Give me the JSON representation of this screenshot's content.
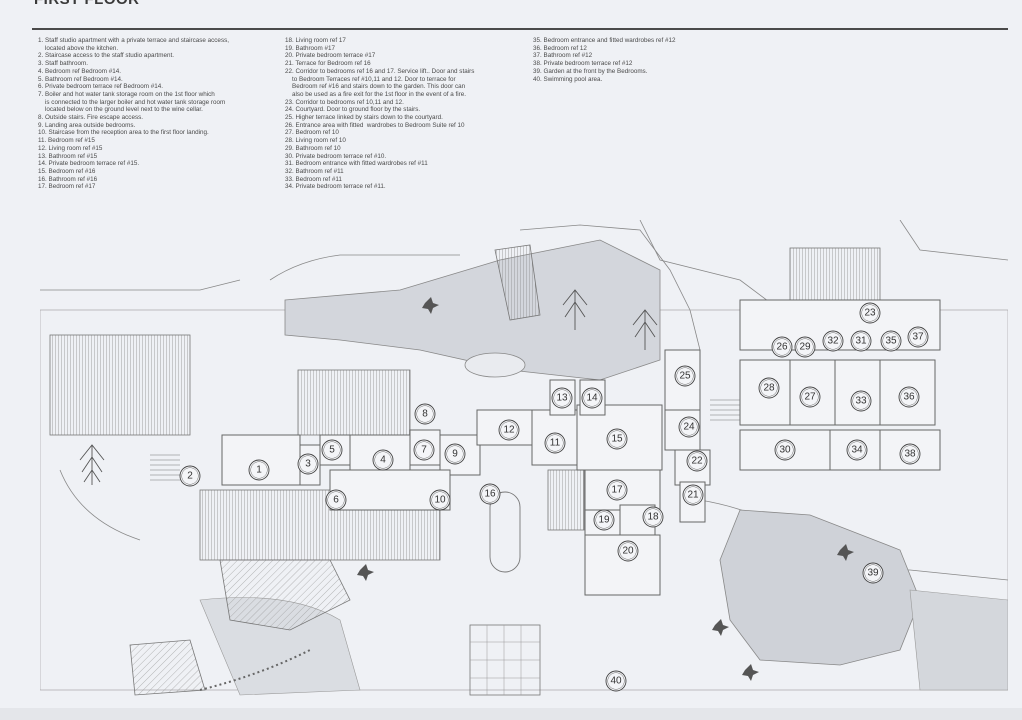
{
  "title": "FIRST FLOOR",
  "legend": {
    "col1": [
      "1. Staff studio apartment with a private terrace and staircase access,",
      "    located above the kitchen.",
      "2. Staircase access to the staff studio apartment.",
      "3. Staff bathroom.",
      "4. Bedroom ref Bedroom #14.",
      "5. Bathroom ref Bedroom #14.",
      "6. Private bedroom terrace ref Bedroom #14.",
      "7. Boiler and hot water tank storage room on the 1st floor which",
      "    is connected to the larger boiler and hot water tank storage room",
      "    located below on the ground level next to the wine cellar.",
      "8. Outside stairs. Fire escape access.",
      "9. Landing area outside bedrooms.",
      "10. Staircase from the reception area to the first floor landing.",
      "11. Bedroom ref #15",
      "12. Living room ref #15",
      "13. Bathroom ref #15",
      "14. Private bedroom terrace ref #15.",
      "15. Bedroom ref #16",
      "16. Bathroom ref #16",
      "17. Bedroom ref #17"
    ],
    "col2": [
      "18. Living room ref 17",
      "19. Bathroom #17",
      "20. Private bedroom terrace #17",
      "21. Terrace for Bedroom ref 16",
      "22. Corridor to bedrooms ref 16 and 17. Service lift.. Door and stairs",
      "    to Bedroom Terraces ref #10,11 and 12. Door to terrace for",
      "    Bedroom ref #16 and stairs down to the garden. This door can",
      "    also be used as a fire exit for the 1st floor in the event of a fire.",
      "23. Corridor to bedrooms ref 10,11 and 12.",
      "24. Courtyard. Door to ground floor by the stairs.",
      "25. Higher terrace linked by stairs down to the courtyard.",
      "26. Entrance area with fitted  wardrobes to Bedroom Suite ref 10",
      "27. Bedroom ref 10",
      "28. Living room ref 10",
      "29. Bathroom ref 10",
      "30. Private bedroom terrace ref #10.",
      "31. Bedroom entrance with fitted wardrobes ref #11",
      "32. Bathroom ref #11",
      "33. Bedroom ref #11",
      "34. Private bedroom terrace ref #11."
    ],
    "col3": [
      "35. Bedroom entrance and fitted wardrobes ref #12",
      "36. Bedroom ref 12",
      "37. Bathroom ref #12",
      "38. Private bedroom terrace ref #12",
      "39. Garden at the front by the Bedrooms.",
      "40. Swimming pool area."
    ]
  },
  "rooms": [
    {
      "n": "1"
    },
    {
      "n": "2"
    },
    {
      "n": "3"
    },
    {
      "n": "4"
    },
    {
      "n": "5"
    },
    {
      "n": "6"
    },
    {
      "n": "7"
    },
    {
      "n": "8"
    },
    {
      "n": "9"
    },
    {
      "n": "10"
    },
    {
      "n": "11"
    },
    {
      "n": "12"
    },
    {
      "n": "13"
    },
    {
      "n": "14"
    },
    {
      "n": "15"
    },
    {
      "n": "16"
    },
    {
      "n": "17"
    },
    {
      "n": "18"
    },
    {
      "n": "19"
    },
    {
      "n": "20"
    },
    {
      "n": "21"
    },
    {
      "n": "22"
    },
    {
      "n": "23"
    },
    {
      "n": "24"
    },
    {
      "n": "25"
    },
    {
      "n": "26"
    },
    {
      "n": "27"
    },
    {
      "n": "28"
    },
    {
      "n": "29"
    },
    {
      "n": "30"
    },
    {
      "n": "31"
    },
    {
      "n": "32"
    },
    {
      "n": "33"
    },
    {
      "n": "34"
    },
    {
      "n": "35"
    },
    {
      "n": "36"
    },
    {
      "n": "37"
    },
    {
      "n": "38"
    },
    {
      "n": "39"
    },
    {
      "n": "40"
    }
  ]
}
